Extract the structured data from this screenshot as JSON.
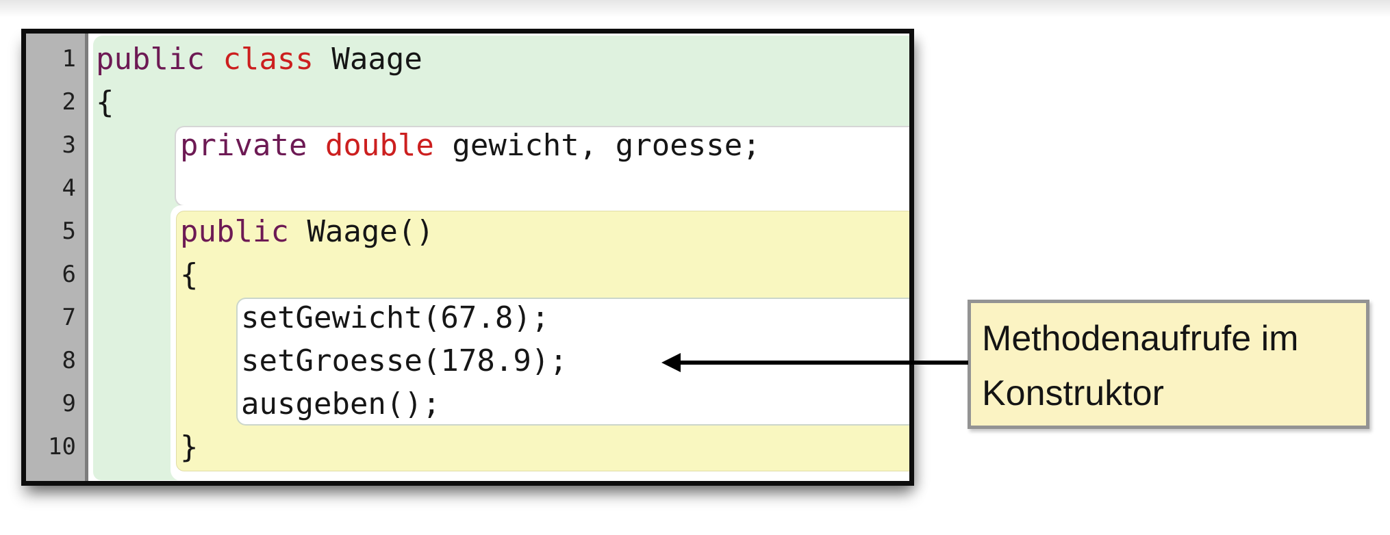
{
  "palette": {
    "keyword": "#6d1a54",
    "type_keyword": "#cc1f1f",
    "code": "#161616",
    "green_scope": "#dff2df",
    "yellow_scope": "#f9f7c0",
    "gutter_bg": "#b5b5b5",
    "gutter_border": "#7c7c7c",
    "window_border": "#0d0d0d",
    "note_bg": "#fbf3c3",
    "note_border": "#939393",
    "arrow": "#000000"
  },
  "editor": {
    "language": "java",
    "class_name": "Waage",
    "lines": [
      {
        "number": "1",
        "indent": 0,
        "segments": [
          {
            "text": "public ",
            "role": "keyword"
          },
          {
            "text": "class ",
            "role": "type_keyword"
          },
          {
            "text": "Waage",
            "role": "code"
          }
        ]
      },
      {
        "number": "2",
        "indent": 0,
        "segments": [
          {
            "text": "{",
            "role": "code"
          }
        ]
      },
      {
        "number": "3",
        "indent": 1,
        "segments": [
          {
            "text": "private ",
            "role": "keyword"
          },
          {
            "text": "double ",
            "role": "type_keyword"
          },
          {
            "text": "gewicht, groesse;",
            "role": "code"
          }
        ]
      },
      {
        "number": "4",
        "indent": 1,
        "segments": []
      },
      {
        "number": "5",
        "indent": 1,
        "segments": [
          {
            "text": "public ",
            "role": "keyword"
          },
          {
            "text": "Waage()",
            "role": "code"
          }
        ]
      },
      {
        "number": "6",
        "indent": 1,
        "segments": [
          {
            "text": "{",
            "role": "code"
          }
        ]
      },
      {
        "number": "7",
        "indent": 2,
        "segments": [
          {
            "text": "setGewicht(67.8);",
            "role": "code"
          }
        ]
      },
      {
        "number": "8",
        "indent": 2,
        "segments": [
          {
            "text": "setGroesse(178.9);",
            "role": "code"
          }
        ]
      },
      {
        "number": "9",
        "indent": 2,
        "segments": [
          {
            "text": "ausgeben();",
            "role": "code"
          }
        ]
      },
      {
        "number": "10",
        "indent": 1,
        "segments": [
          {
            "text": "}",
            "role": "code"
          }
        ]
      }
    ]
  },
  "annotation": {
    "text": "Methodenaufrufe im Konstruktor"
  }
}
